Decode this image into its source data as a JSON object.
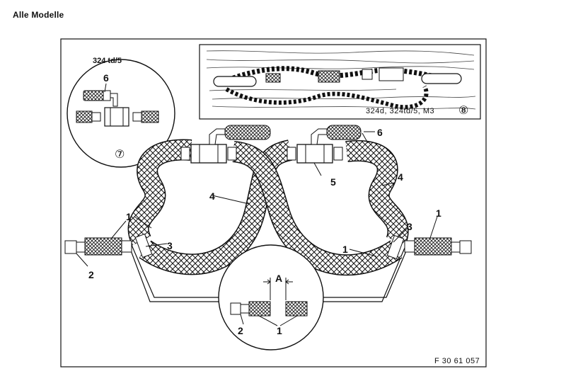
{
  "header": {
    "title": "Alle Modelle"
  },
  "figure": {
    "code": "F 30 61 057",
    "inset_7": {
      "variant": "324 td/5",
      "marker": "⑦"
    },
    "inset_8": {
      "variant": "324d, 324td/5, M3",
      "marker": "⑧"
    },
    "callouts": {
      "l1": "1",
      "l2": "2",
      "l3": "3",
      "l4": "4",
      "l5": "5",
      "l6": "6"
    },
    "detail": {
      "gap": "A",
      "l1": "1",
      "l2": "2"
    }
  }
}
